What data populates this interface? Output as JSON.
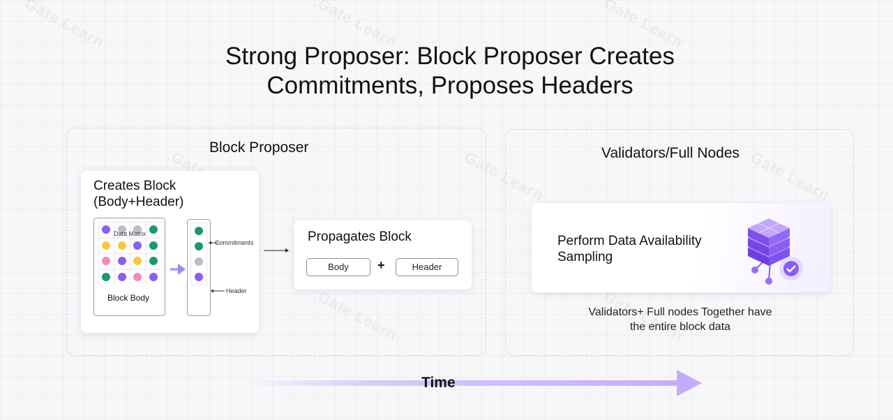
{
  "title_line1": "Strong Proposer: Block Proposer Creates",
  "title_line2": "Commitments, Proposes Headers",
  "left_panel": {
    "title": "Block Proposer",
    "creates_card": {
      "title_line1": "Creates Block",
      "title_line2": "(Body+Header)",
      "matrix_label": "Data Matrix",
      "body_label": "Block Body",
      "commitments_label": "Commitments",
      "header_label": "Header"
    },
    "propagate_card": {
      "title": "Propagates Block",
      "body_pill": "Body",
      "plus": "+",
      "header_pill": "Header"
    }
  },
  "right_panel": {
    "title": "Validators/Full Nodes",
    "card_line1": "Perform Data Availability",
    "card_line2": "Sampling",
    "note_line1": "Validators+ Full nodes Together have",
    "note_line2": "the entire block data"
  },
  "time_label": "Time",
  "watermark_text": "Gate Learn",
  "colors": {
    "purple": "#8b5cf6",
    "green": "#1a9a6a",
    "pink": "#f08ac0",
    "yellow": "#f3c93e",
    "gray": "#b7bfca",
    "accent_light": "#d9c9fb"
  },
  "matrix_dots": [
    [
      "purple",
      "gray",
      "gray",
      "green"
    ],
    [
      "yellow",
      "yellow",
      "purple",
      "green"
    ],
    [
      "pink",
      "purple",
      "yellow",
      "green"
    ],
    [
      "green",
      "purple",
      "pink",
      "purple"
    ]
  ],
  "column_dots": [
    "green",
    "green",
    "gray",
    "purple"
  ],
  "icon": "cube-stack-check-icon"
}
